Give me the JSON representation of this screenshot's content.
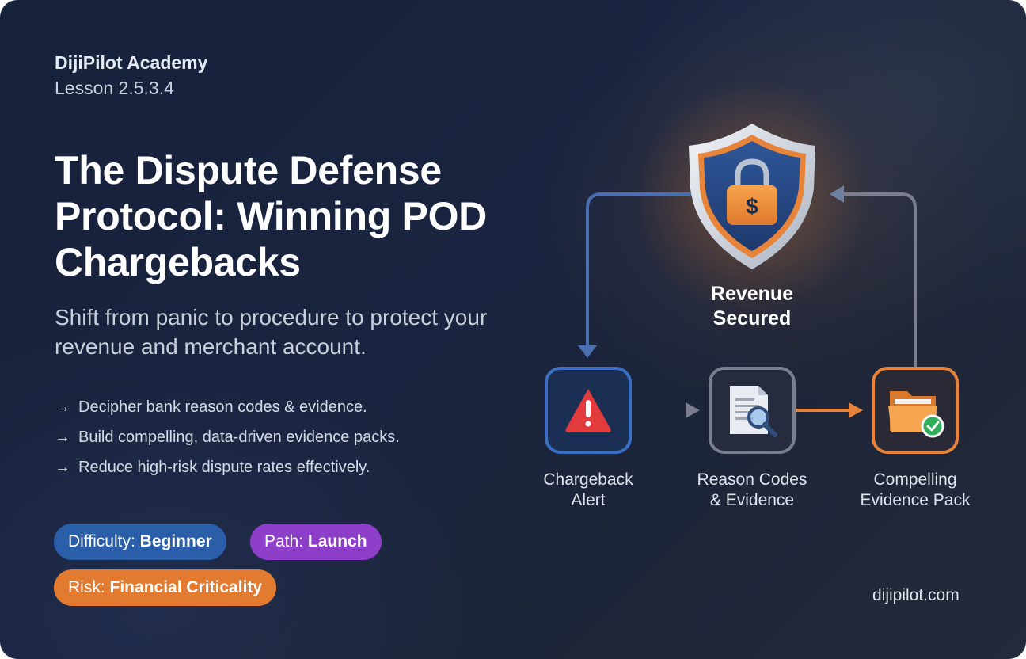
{
  "header": {
    "brand": "DijiPilot Academy",
    "lesson": "Lesson 2.5.3.4"
  },
  "hero": {
    "title": "The Dispute Defense Protocol: Winning POD Chargebacks",
    "subtitle": "Shift from panic to procedure to protect your revenue and merchant account."
  },
  "bullets": {
    "arrow": "→",
    "items": [
      "Decipher bank reason codes & evidence.",
      "Build compelling, data-driven evidence packs.",
      "Reduce high-risk dispute rates effectively."
    ]
  },
  "tags": {
    "difficulty": {
      "label": "Difficulty:",
      "value": "Beginner"
    },
    "path": {
      "label": "Path:",
      "value": "Launch"
    },
    "risk": {
      "label": "Risk:",
      "value": "Financial Criticality"
    }
  },
  "diagram": {
    "center": {
      "line1": "Revenue",
      "line2": "Secured",
      "icon": "shield-lock-dollar-icon"
    },
    "nodes": [
      {
        "line1": "Chargeback",
        "line2": "Alert",
        "icon": "warning-triangle-icon"
      },
      {
        "line1": "Reason Codes",
        "line2": "& Evidence",
        "icon": "document-search-icon"
      },
      {
        "line1": "Compelling",
        "line2": "Evidence Pack",
        "icon": "folder-check-icon"
      }
    ],
    "colors": {
      "blue": "#3b6fc2",
      "slate": "#7a7e8e",
      "orange": "#e8843a"
    }
  },
  "footer": {
    "url": "dijipilot.com"
  }
}
